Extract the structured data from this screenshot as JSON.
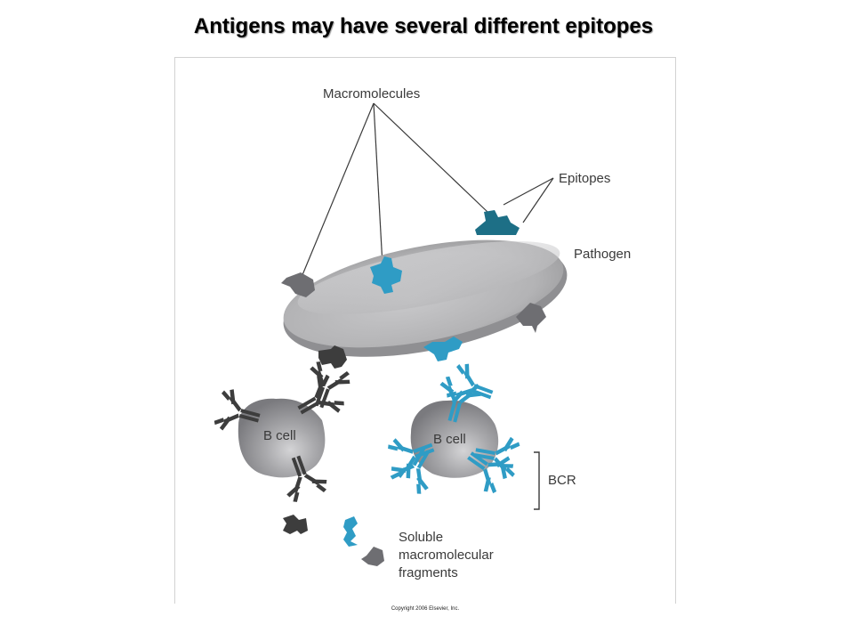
{
  "title": "Antigens may have several different epitopes",
  "labels": {
    "macromolecules": "Macromolecules",
    "epitopes": "Epitopes",
    "pathogen": "Pathogen",
    "b_cell_left": "B cell",
    "b_cell_right": "B cell",
    "bcr": "BCR",
    "soluble_line1": "Soluble",
    "soluble_line2": "macromolecular",
    "soluble_line3": "fragments"
  },
  "copyright": "Copyright 2006 Elsevier, Inc.",
  "colors": {
    "pathogen": "#b4b4b6",
    "dark_antibody": "#3d3d3d",
    "blue_antibody": "#2f9cc5",
    "teal_epitope": "#1d6f86",
    "cell": "#8e8e92",
    "line": "#3a3a3a"
  }
}
